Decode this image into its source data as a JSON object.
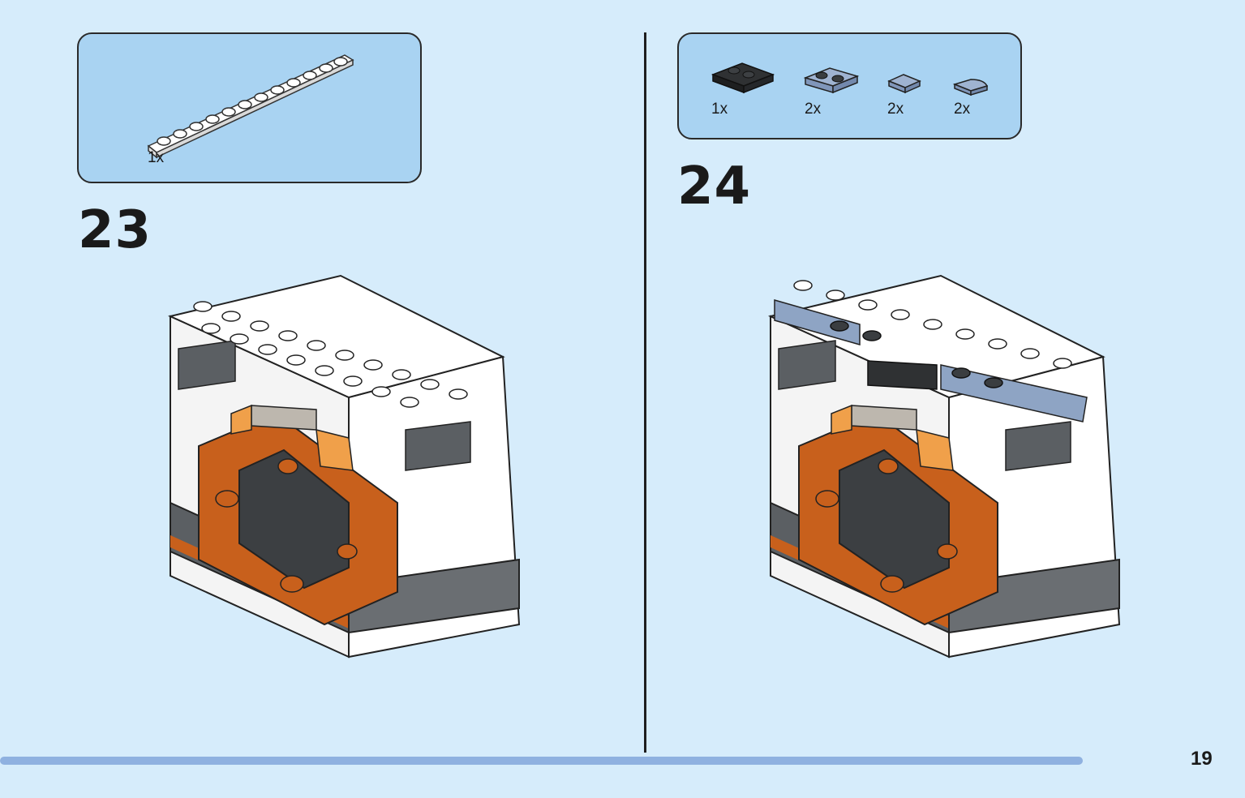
{
  "steps": [
    {
      "number": "23",
      "parts": [
        {
          "qty": "1x",
          "icon": "white-plate-1x12-icon"
        }
      ]
    },
    {
      "number": "24",
      "parts": [
        {
          "qty": "1x",
          "icon": "black-plate-with-bars-icon"
        },
        {
          "qty": "2x",
          "icon": "sand-blue-plate-1x2-icon"
        },
        {
          "qty": "2x",
          "icon": "sand-blue-tile-1x1-icon"
        },
        {
          "qty": "2x",
          "icon": "sand-blue-quarter-round-tile-icon"
        }
      ]
    }
  ],
  "page": {
    "number": "19",
    "progress": 0.93
  },
  "colors": {
    "background": "#d6ecfb",
    "parts_box": "#a9d3f2",
    "progress": "#8fb1e0",
    "orange": "#c8601c",
    "dark_gray": "#5b5f63",
    "sand_blue": "#8ea4c4"
  }
}
